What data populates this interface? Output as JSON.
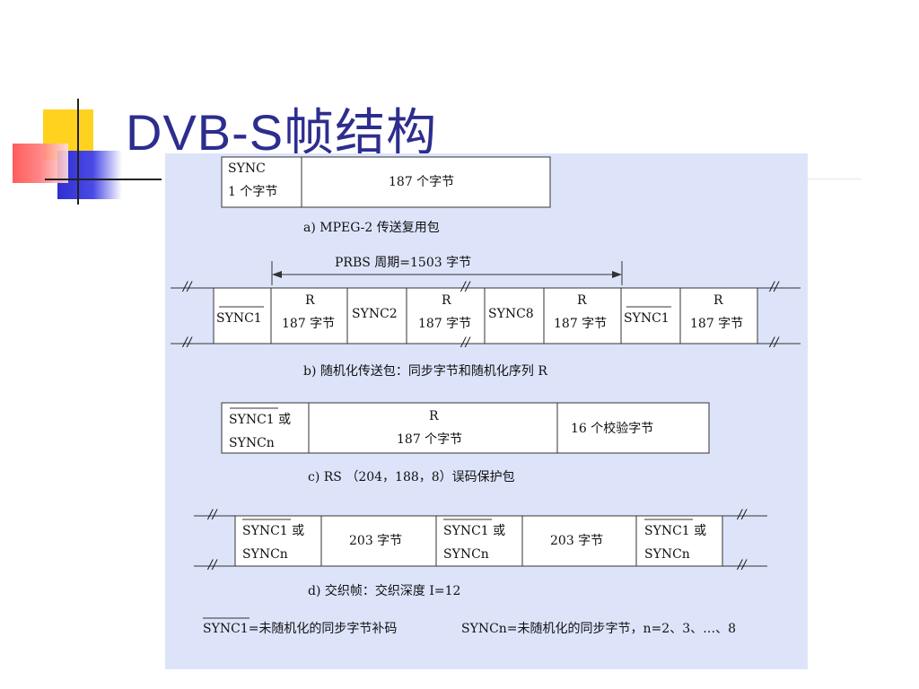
{
  "title": "DVB-S帧结构",
  "colors": {
    "title": "#2d2d8f",
    "panel": "#dde4fa",
    "deco_yellow": "#ffd21f",
    "deco_blue": "#2f2fd0",
    "deco_red": "#ff4a4a"
  },
  "diagram": {
    "a": {
      "sync_line1": "SYNC",
      "sync_line2": "1 个字节",
      "payload": "187 个字节",
      "caption": "a) MPEG-2 传送复用包"
    },
    "b": {
      "prbs": "PRBS 周期=1503 字节",
      "cells": [
        {
          "id": "sync1-a",
          "l1": "SYNC1",
          "overline": true
        },
        {
          "id": "r-a",
          "l1": "R",
          "l2": "187 字节"
        },
        {
          "id": "sync2",
          "l1": "SYNC2"
        },
        {
          "id": "r-b",
          "l1": "R",
          "l2": "187 字节"
        },
        {
          "id": "sync8",
          "l1": "SYNC8"
        },
        {
          "id": "r-c",
          "l1": "R",
          "l2": "187 字节"
        },
        {
          "id": "sync1-b",
          "l1": "SYNC1",
          "overline": true
        },
        {
          "id": "r-d",
          "l1": "R",
          "l2": "187 字节"
        }
      ],
      "caption": "b)  随机化传送包：同步字节和随机化序列 R"
    },
    "c": {
      "sync_l1": "SYNC1",
      "or": "或",
      "sync_l2": "SYNCn",
      "r": "R",
      "r_bytes": "187 个字节",
      "check": "16 个校验字节",
      "caption": "c)  RS （204，188，8）误码保护包"
    },
    "d": {
      "sync_l1": "SYNC1",
      "or": "或",
      "sync_l2": "SYNCn",
      "bytes": "203 字节",
      "caption": "d)  交织帧：交织深度 I=12"
    },
    "footer": {
      "sync1": "SYNC1",
      "def1": "=未随机化的同步字节补码",
      "def2": "SYNCn=未随机化的同步字节，n=2、3、…、8"
    },
    "break_mark": "//"
  }
}
